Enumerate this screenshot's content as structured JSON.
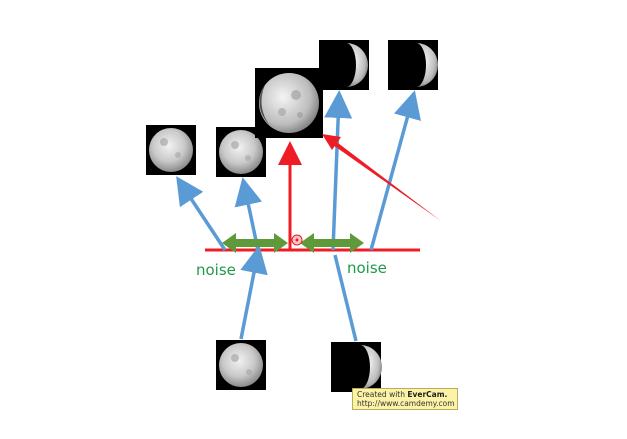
{
  "labels": {
    "noise_left": "noise",
    "noise_right": "noise"
  },
  "watermark": {
    "prefix": "Created with",
    "brand": "EverCam.",
    "url": "http://www.camdemy.com"
  },
  "colors": {
    "arrow_blue": "#5b9bd5",
    "arrow_red": "#ee1c25",
    "double_arrow_green": "#5e9a3a",
    "label_green": "#1f9a4b",
    "baseline_red": "#ee1c25"
  },
  "icons": [
    "moon-full",
    "moon-gibbous",
    "moon-waning-crescent"
  ]
}
